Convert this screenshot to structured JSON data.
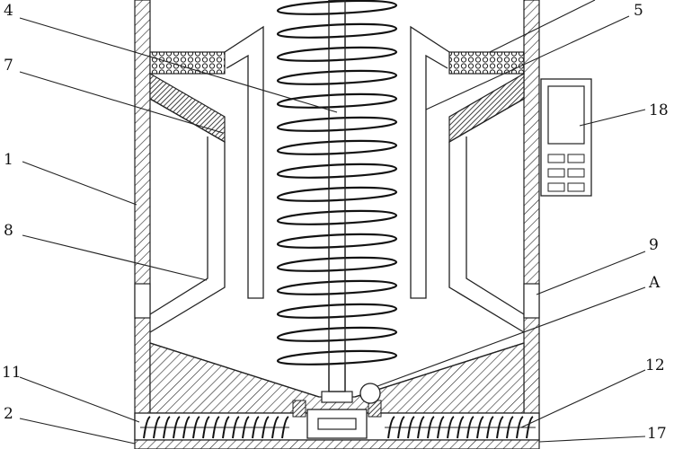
{
  "labels": {
    "l1": "1",
    "l2": "2",
    "l4": "4",
    "l5": "5",
    "l7": "7",
    "l8": "8",
    "l9": "9",
    "lA": "A",
    "l11": "11",
    "l12": "12",
    "l17": "17",
    "l18": "18"
  }
}
